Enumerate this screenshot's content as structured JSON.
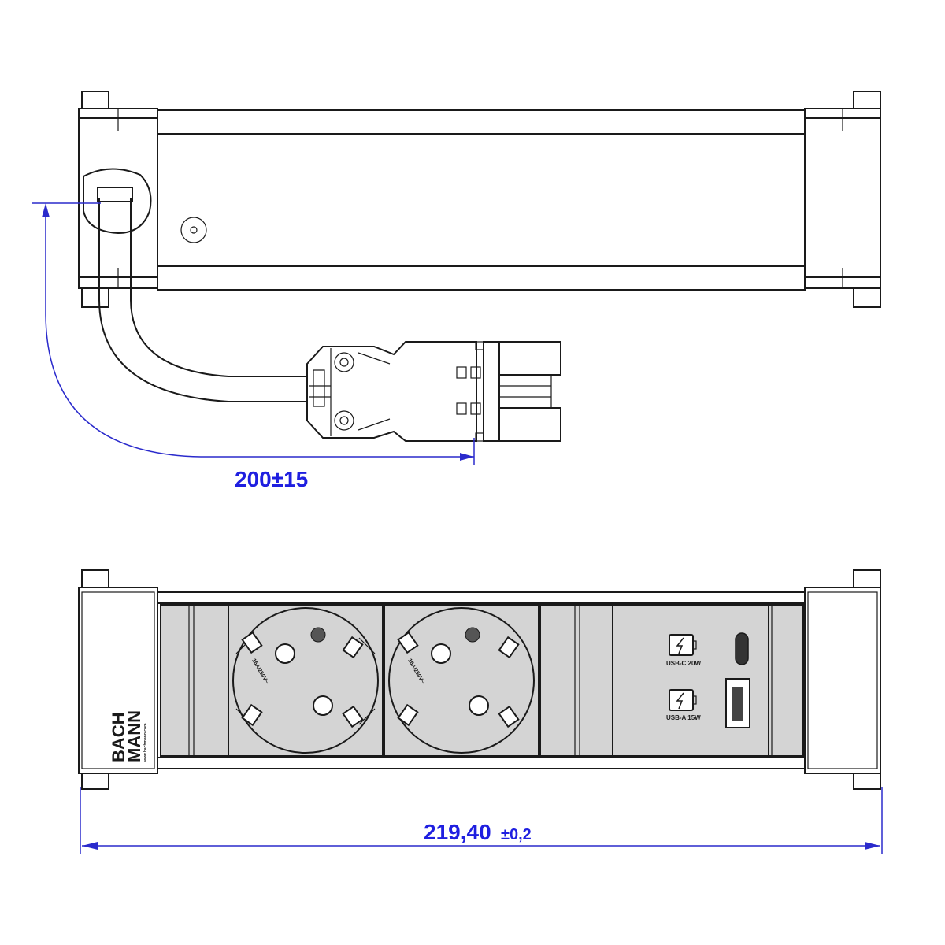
{
  "dimensions": {
    "cable_length": "200±15",
    "total_width_main": "219,40",
    "total_width_tol": "±0,2"
  },
  "front_view": {
    "brand_line1": "BACH",
    "brand_line2": "MANN",
    "brand_url": "www.bachmann.com",
    "usb_c_label": "USB-C 20W",
    "usb_a_label": "USB-A 15W",
    "socket_rating": "16A/250V~"
  },
  "colors": {
    "dimension": "#1f1fe0",
    "face": "#d4d4d4",
    "outline": "#1a1a1a"
  }
}
